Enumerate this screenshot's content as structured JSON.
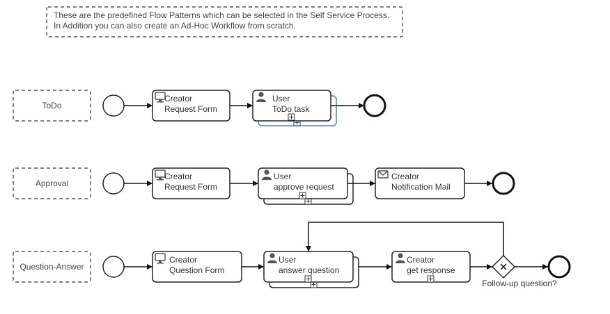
{
  "note": {
    "lines": [
      "These are the predefined Flow Patterns which can be selected in the Self Service Process.",
      "In Addition you can also create an Ad-Hoc Workflow from scratch."
    ]
  },
  "patterns": [
    {
      "name": "ToDo",
      "tasks": [
        {
          "icon": "monitor-icon",
          "line1": "Creator",
          "line2": "Request Form"
        },
        {
          "icon": "user-icon",
          "line1": "User",
          "line2": "ToDo task"
        }
      ]
    },
    {
      "name": "Approval",
      "tasks": [
        {
          "icon": "monitor-icon",
          "line1": "Creator",
          "line2": "Request Form"
        },
        {
          "icon": "user-icon",
          "line1": "User",
          "line2": "approve request"
        },
        {
          "icon": "envelope-icon",
          "line1": "Creator",
          "line2": "Notification Mail"
        }
      ]
    },
    {
      "name": "Question-Answer",
      "tasks": [
        {
          "icon": "monitor-icon",
          "line1": "Creator",
          "line2": "Question Form"
        },
        {
          "icon": "user-icon",
          "line1": "User",
          "line2": "answer question"
        },
        {
          "icon": "user-icon",
          "line1": "Creator",
          "line2": "get response"
        }
      ],
      "gateway": {
        "label": "Follow-up question?",
        "icon": "x-icon"
      }
    }
  ],
  "markers": {
    "expand_symbol": "+"
  }
}
